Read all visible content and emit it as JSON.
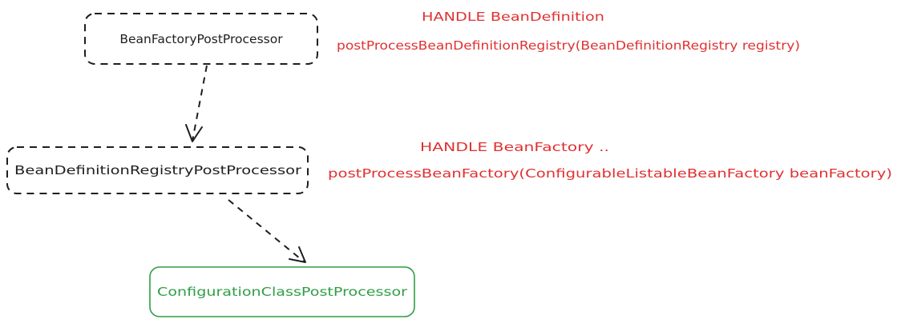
{
  "colors": {
    "stroke_default": "#1e1e1e",
    "note_red": "#e03131",
    "node_green": "#2f9e44",
    "background": "#ffffff"
  },
  "nodes": {
    "bean_factory_post_processor": "BeanFactoryPostProcessor",
    "bean_definition_registry_post_processor": "BeanDefinitionRegistryPostProcessor",
    "configuration_class_post_processor": "ConfigurationClassPostProcessor"
  },
  "notes": {
    "registry_handle": "HANDLE BeanDefinition",
    "registry_method": "postProcessBeanDefinitionRegistry(BeanDefinitionRegistry registry)",
    "factory_handle": "HANDLE BeanFactory ..",
    "factory_method": "postProcessBeanFactory(ConfigurableListableBeanFactory beanFactory)"
  }
}
